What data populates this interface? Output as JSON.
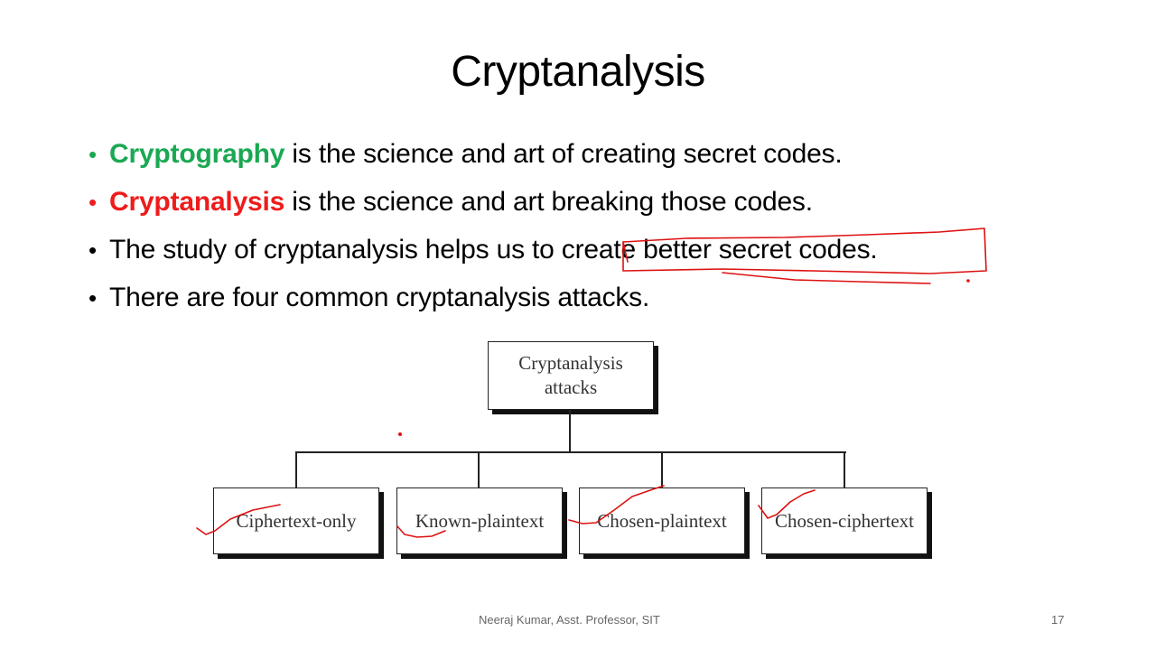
{
  "slide": {
    "title": "Cryptanalysis",
    "bullets": [
      {
        "highlight": "Cryptography",
        "highlight_color": "#1aa852",
        "text": " is the science and art of creating secret codes."
      },
      {
        "highlight": "Cryptanalysis",
        "highlight_color": "#ee1c1c",
        "text": " is the science and art breaking those codes."
      },
      {
        "text": "The study of cryptanalysis helps us to create better secret codes."
      },
      {
        "text": "There are four common cryptanalysis attacks."
      }
    ],
    "diagram": {
      "root": {
        "line1": "Cryptanalysis",
        "line2": "attacks"
      },
      "leaves": [
        "Ciphertext-only",
        "Known-plaintext",
        "Chosen-plaintext",
        "Chosen-ciphertext"
      ]
    },
    "footer": "Neeraj Kumar, Asst. Professor, SIT",
    "page_number": "17",
    "annotation_color": "#dd1111"
  }
}
